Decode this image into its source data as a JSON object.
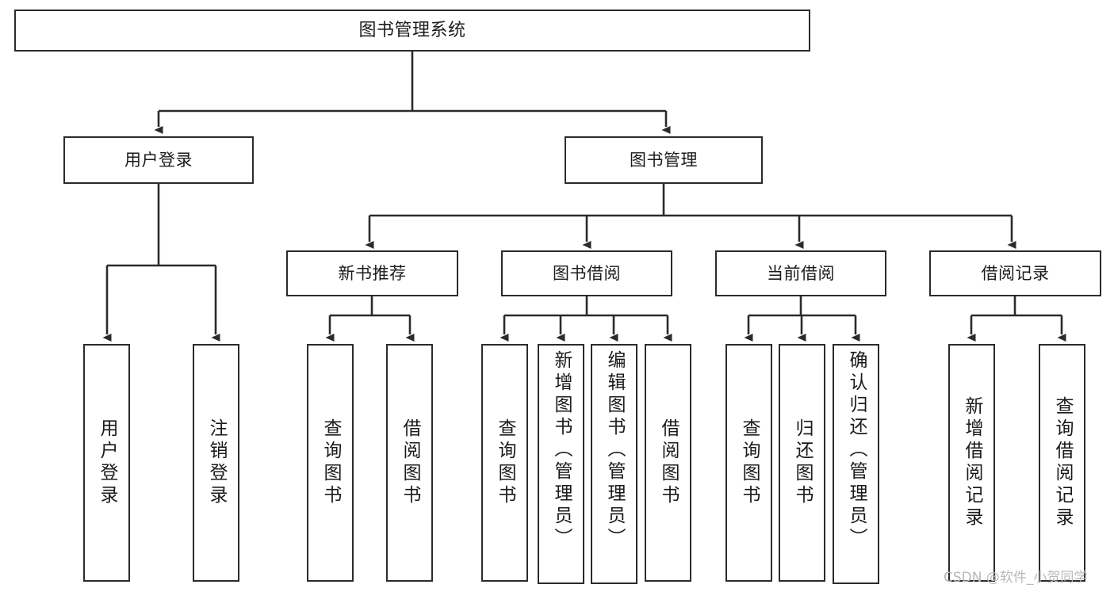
{
  "diagram": {
    "title": "图书管理系统",
    "type": "tree",
    "watermark": "CSDN @软件_小贺同学",
    "colors": {
      "box_border": "#2b2b2b",
      "box_fill": "#ffffff",
      "line": "#2b2b2b",
      "text": "#1b1b1b",
      "watermark": "#b9b9b9",
      "background": "#ffffff"
    },
    "levels": {
      "level1": "root",
      "level2": "modules",
      "level3": "sub-modules",
      "level4": "functions"
    },
    "nodes": {
      "root": {
        "label": "图书管理系统"
      },
      "level2": [
        {
          "id": "user-login",
          "label": "用户登录"
        },
        {
          "id": "book-manage",
          "label": "图书管理"
        }
      ],
      "level3": [
        {
          "id": "new-book-rec",
          "label": "新书推荐",
          "parent": "book-manage"
        },
        {
          "id": "book-borrow",
          "label": "图书借阅",
          "parent": "book-manage"
        },
        {
          "id": "current-borrow",
          "label": "当前借阅",
          "parent": "book-manage"
        },
        {
          "id": "borrow-record",
          "label": "借阅记录",
          "parent": "book-manage"
        }
      ],
      "level4": [
        {
          "id": "leaf-user-login",
          "label": "用户登录",
          "parent": "user-login"
        },
        {
          "id": "leaf-logout",
          "label": "注销登录",
          "parent": "user-login"
        },
        {
          "id": "leaf-query-book-1",
          "label": "查询图书",
          "parent": "new-book-rec"
        },
        {
          "id": "leaf-borrow-book-1",
          "label": "借阅图书",
          "parent": "new-book-rec"
        },
        {
          "id": "leaf-query-book-2",
          "label": "查询图书",
          "parent": "book-borrow"
        },
        {
          "id": "leaf-add-book",
          "label": "新增图书（管理员）",
          "parent": "book-borrow"
        },
        {
          "id": "leaf-edit-book",
          "label": "编辑图书（管理员）",
          "parent": "book-borrow"
        },
        {
          "id": "leaf-borrow-book-2",
          "label": "借阅图书",
          "parent": "book-borrow"
        },
        {
          "id": "leaf-query-book-3",
          "label": "查询图书",
          "parent": "current-borrow"
        },
        {
          "id": "leaf-return-book",
          "label": "归还图书",
          "parent": "current-borrow"
        },
        {
          "id": "leaf-confirm-return",
          "label": "确认归还（管理员）",
          "parent": "current-borrow"
        },
        {
          "id": "leaf-add-record",
          "label": "新增借阅记录",
          "parent": "borrow-record"
        },
        {
          "id": "leaf-query-record",
          "label": "查询借阅记录",
          "parent": "borrow-record"
        }
      ]
    }
  }
}
